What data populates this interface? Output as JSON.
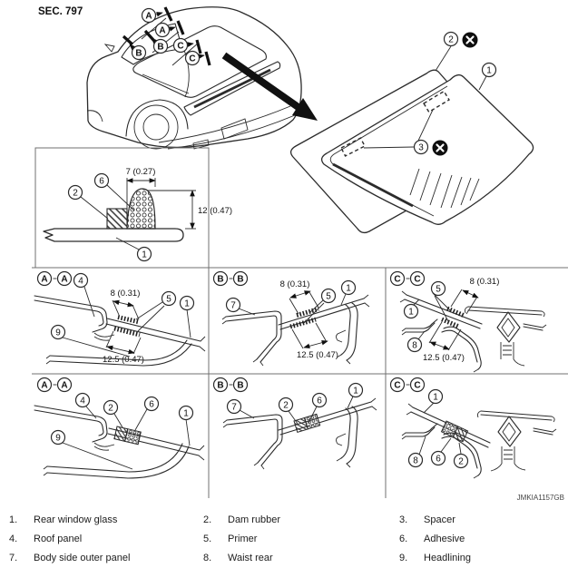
{
  "header": {
    "sec_label": "SEC. 797"
  },
  "figure_code": "JMKIA1157GB",
  "markers": {
    "a": "A",
    "b": "B",
    "c": "C"
  },
  "callouts": {
    "n1": "1",
    "n2": "2",
    "n3": "3",
    "n4": "4",
    "n5": "5",
    "n6": "6",
    "n7": "7",
    "n8": "8",
    "n9": "9"
  },
  "dims": {
    "adhesive_width": "7 (0.27)",
    "adhesive_height": "12 (0.47)",
    "primer_width": "8 (0.31)",
    "primer_length": "12.5 (0.47)"
  },
  "legend": {
    "items": [
      {
        "num": "1.",
        "label": "Rear window glass"
      },
      {
        "num": "2.",
        "label": "Dam rubber"
      },
      {
        "num": "3.",
        "label": "Spacer"
      },
      {
        "num": "4.",
        "label": "Roof panel"
      },
      {
        "num": "5.",
        "label": "Primer"
      },
      {
        "num": "6.",
        "label": "Adhesive"
      },
      {
        "num": "7.",
        "label": "Body side outer panel"
      },
      {
        "num": "8.",
        "label": "Waist rear"
      },
      {
        "num": "9.",
        "label": "Headlining"
      }
    ]
  }
}
